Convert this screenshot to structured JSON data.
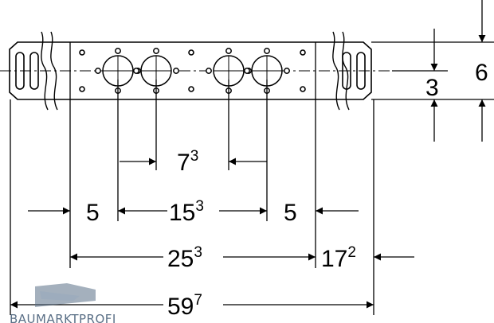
{
  "dimensions": {
    "d7_3": {
      "main": "7",
      "sup": "3"
    },
    "d5_left": {
      "main": "5"
    },
    "d15_3": {
      "main": "15",
      "sup": "3"
    },
    "d5_right": {
      "main": "5"
    },
    "d25_3": {
      "main": "25",
      "sup": "3"
    },
    "d17_2": {
      "main": "17",
      "sup": "2"
    },
    "d59_7": {
      "main": "59",
      "sup": "7"
    },
    "d3": {
      "main": "3"
    },
    "d6": {
      "main": "6"
    }
  },
  "watermark": {
    "text": "BAUMARKTPROFI"
  },
  "colors": {
    "line": "#000000",
    "watermark": "#5a6f86"
  }
}
